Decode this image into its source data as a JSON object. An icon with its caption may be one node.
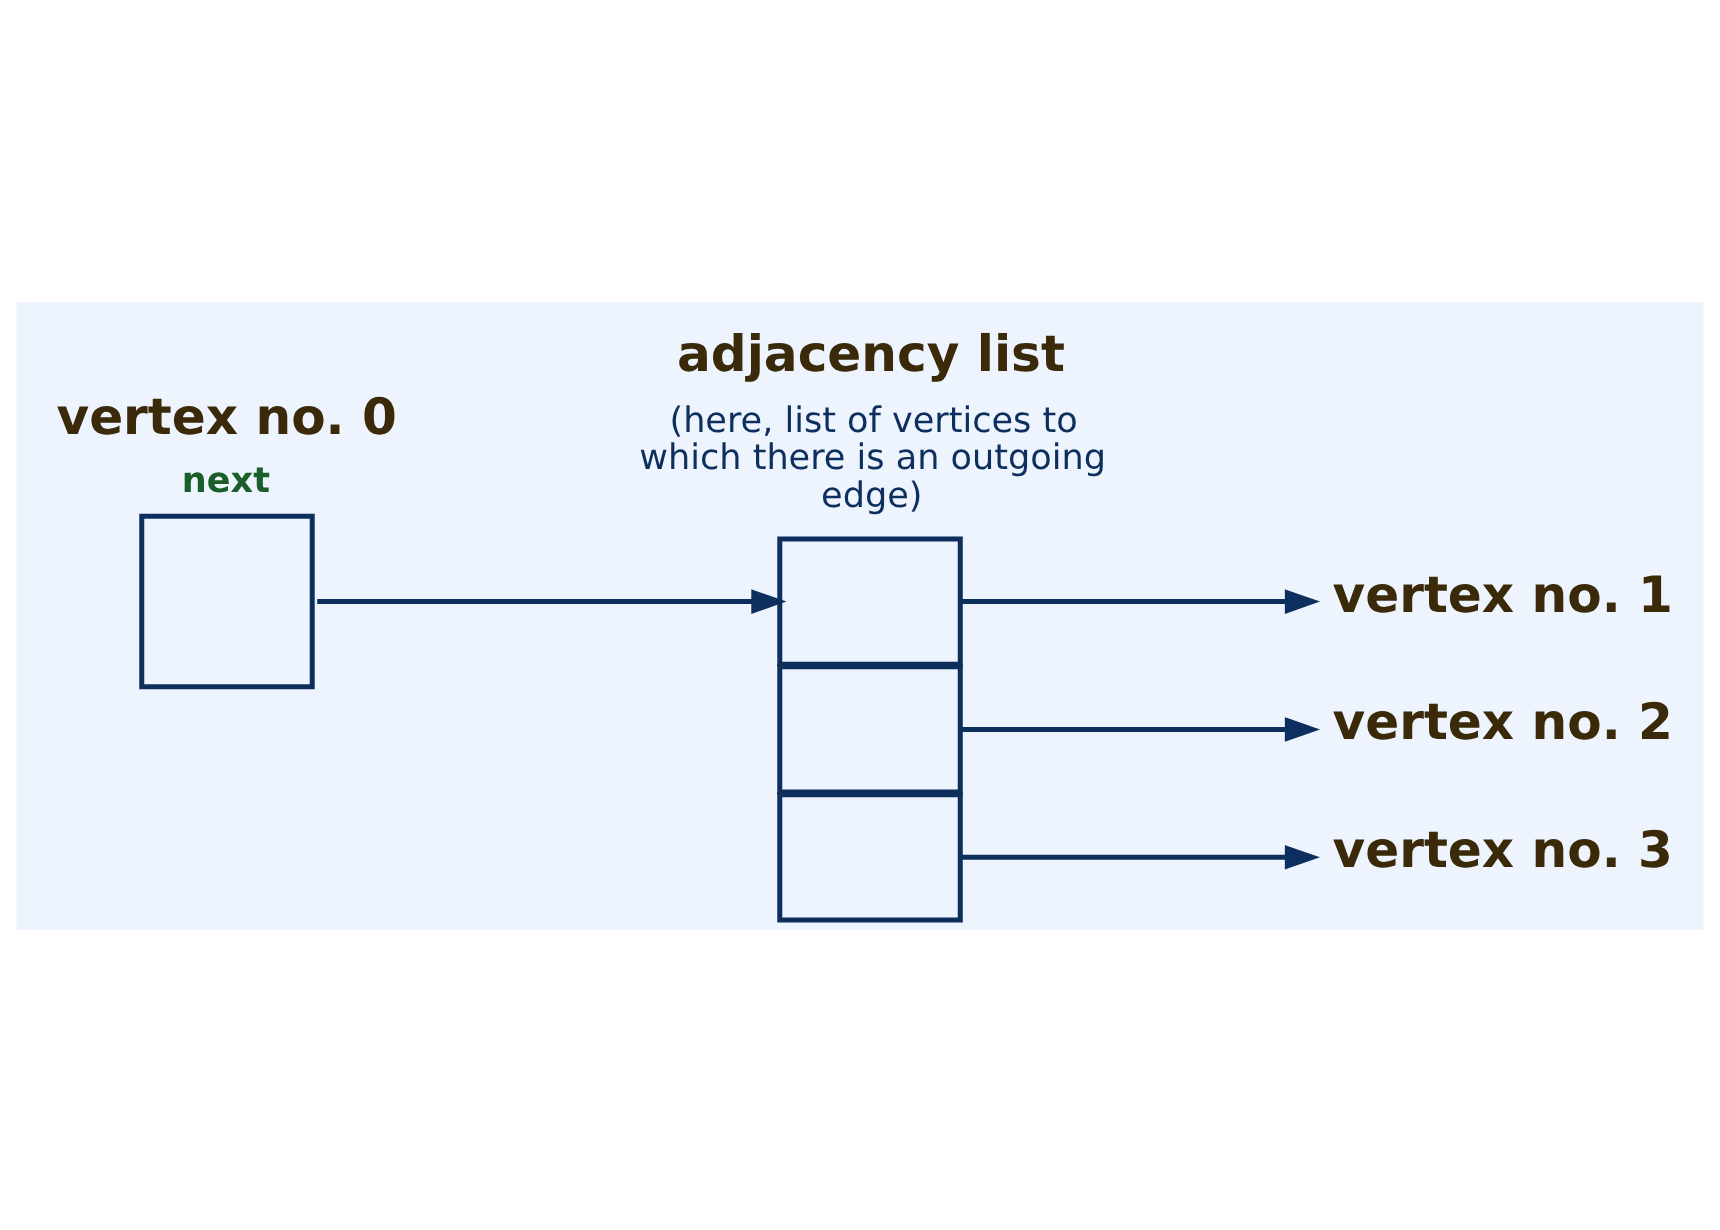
{
  "diagram": {
    "nodes": [
      {
        "text": [
          "vertex no. 0",
          "next"
        ]
      },
      {
        "text": [],
        "shape": "box"
      },
      {
        "text": [],
        "shape": "box"
      },
      {
        "text": [],
        "shape": "box"
      },
      {
        "text": [
          "vertex no. 1"
        ]
      },
      {
        "text": [
          "vertex no. 2"
        ]
      },
      {
        "text": [
          "vertex no. 3"
        ]
      }
    ],
    "edges": [
      {
        "from": 0,
        "to": 1,
        "arrow": "to"
      },
      {
        "from": 1,
        "to": 4,
        "arrow": "to"
      },
      {
        "from": 2,
        "to": 5,
        "arrow": "to"
      },
      {
        "from": 3,
        "to": 6,
        "arrow": "to"
      }
    ],
    "labels": [
      "adjacency list",
      "(here, list of vertices to which there is an outgoing edge)"
    ]
  }
}
